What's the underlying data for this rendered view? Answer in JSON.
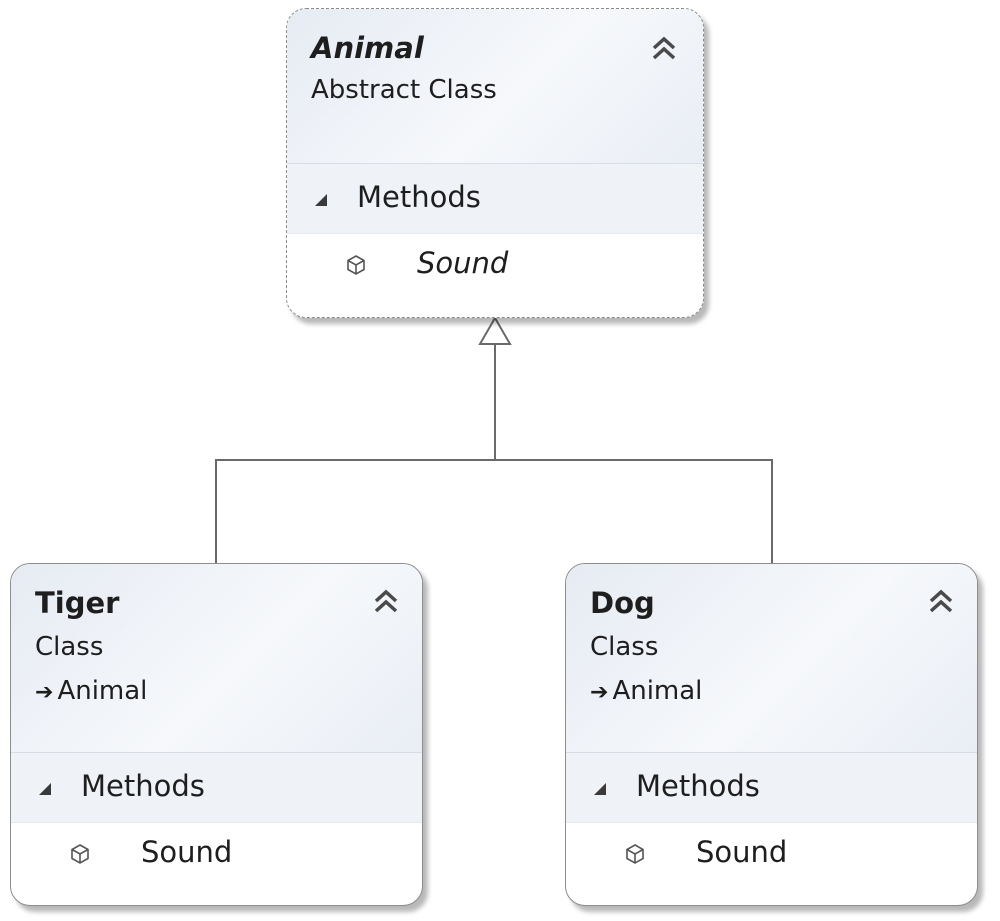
{
  "classes": {
    "animal": {
      "name": "Animal",
      "stereotype": "Abstract Class",
      "section_label": "Methods",
      "members": [
        "Sound"
      ],
      "collapse_icon": "double-chevron-up-icon"
    },
    "tiger": {
      "name": "Tiger",
      "stereotype": "Class",
      "base": "Animal",
      "section_label": "Methods",
      "members": [
        "Sound"
      ],
      "collapse_icon": "double-chevron-up-icon"
    },
    "dog": {
      "name": "Dog",
      "stereotype": "Class",
      "base": "Animal",
      "section_label": "Methods",
      "members": [
        "Sound"
      ],
      "collapse_icon": "double-chevron-up-icon"
    }
  },
  "colors": {
    "border": "#8d8d8d",
    "header_gradient": "#e6ebf3",
    "section_background": "#eff2f6",
    "connector": "#6a6a6a"
  }
}
